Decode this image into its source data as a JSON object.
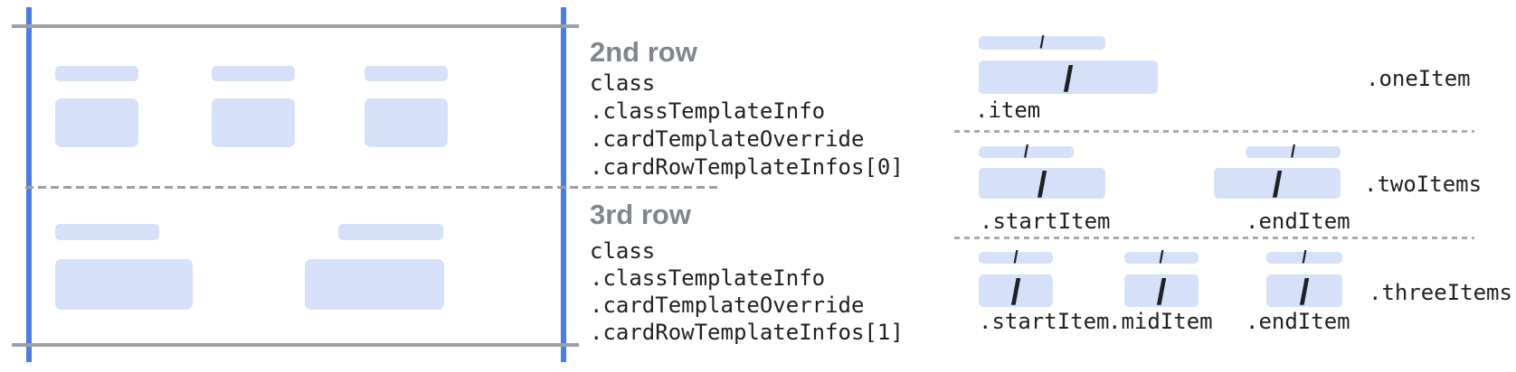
{
  "glyphs": {
    "slash": "/"
  },
  "colors": {
    "guide_blue": "#4a7de9",
    "placeholder_blue": "#d6e0f9",
    "line_gray": "#9aa0a6",
    "dashed_gray": "#a6abb0",
    "heading_gray": "#80868b",
    "code_text": "#202124"
  },
  "annotations": {
    "row2": {
      "title": "2nd row",
      "lines": [
        "class",
        ".classTemplateInfo",
        ".cardTemplateOverride",
        ".cardRowTemplateInfos[0]"
      ]
    },
    "row3": {
      "title": "3rd row",
      "lines": [
        "class",
        ".classTemplateInfo",
        ".cardTemplateOverride",
        ".cardRowTemplateInfos[1]"
      ]
    }
  },
  "layouts": {
    "one_item": {
      "name": ".oneItem",
      "item": ".item"
    },
    "two_items": {
      "name": ".twoItems",
      "start": ".startItem",
      "end": ".endItem"
    },
    "three_items": {
      "name": ".threeItems",
      "start": ".startItem",
      "mid": ".midItem",
      "end": ".endItem"
    }
  }
}
